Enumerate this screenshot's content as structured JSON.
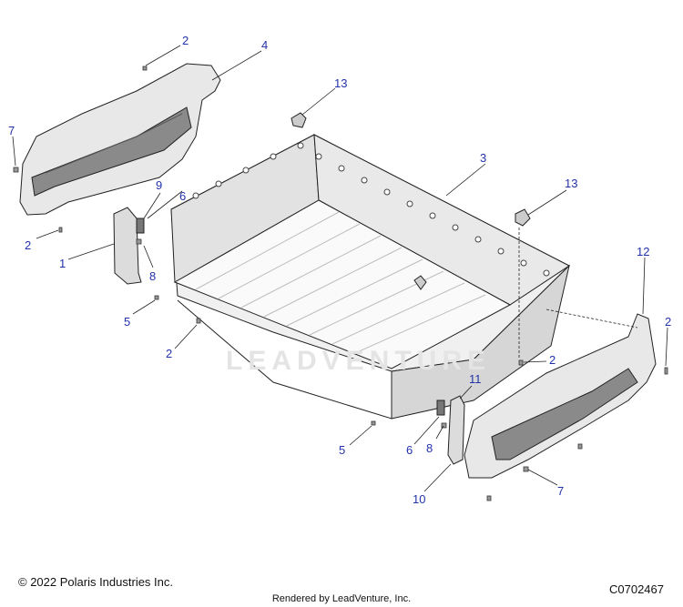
{
  "callouts": {
    "c1": "1",
    "c2a": "2",
    "c2b": "2",
    "c2c": "2",
    "c2d": "2",
    "c2e": "2",
    "c3": "3",
    "c4": "4",
    "c5a": "5",
    "c5b": "5",
    "c6a": "6",
    "c6b": "6",
    "c7a": "7",
    "c7b": "7",
    "c8a": "8",
    "c8b": "8",
    "c9": "9",
    "c10": "10",
    "c11": "11",
    "c12": "12",
    "c13a": "13",
    "c13b": "13"
  },
  "watermark": "LEADVENTURE",
  "footer": {
    "copyright": "© 2022 Polaris Industries Inc.",
    "drawing_number": "C0702467",
    "rendered_by": "Rendered by LeadVenture, Inc."
  },
  "colors": {
    "callout": "#2233aa",
    "line": "#222222",
    "panel": "#e6e6e6",
    "bed": "#f2f2f2"
  }
}
